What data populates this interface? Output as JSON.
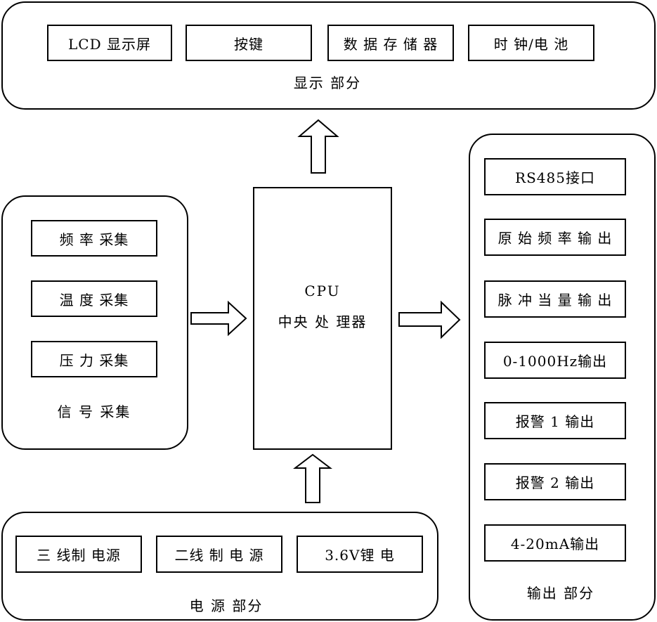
{
  "display": {
    "caption": "显示 部分",
    "items": [
      "LCD 显示屏",
      "按键",
      "数 据 存 储 器",
      "时 钟/电 池"
    ]
  },
  "signal": {
    "caption": "信 号 采集",
    "items": [
      "频 率 采集",
      "温 度 采集",
      "压 力 采集"
    ]
  },
  "cpu": {
    "line1": "CPU",
    "line2": "中央 处 理器"
  },
  "output": {
    "caption": "输出 部分",
    "items": [
      "RS485接口",
      "原 始 频 率 输 出",
      "脉 冲 当 量 输 出",
      "0-1000Hz输出",
      "报警 1 输出",
      "报警 2 输出",
      "4-20mA输出"
    ]
  },
  "power": {
    "caption": "电 源 部分",
    "items": [
      "三 线制 电源",
      "二线 制 电 源",
      "3.6V锂 电"
    ]
  }
}
